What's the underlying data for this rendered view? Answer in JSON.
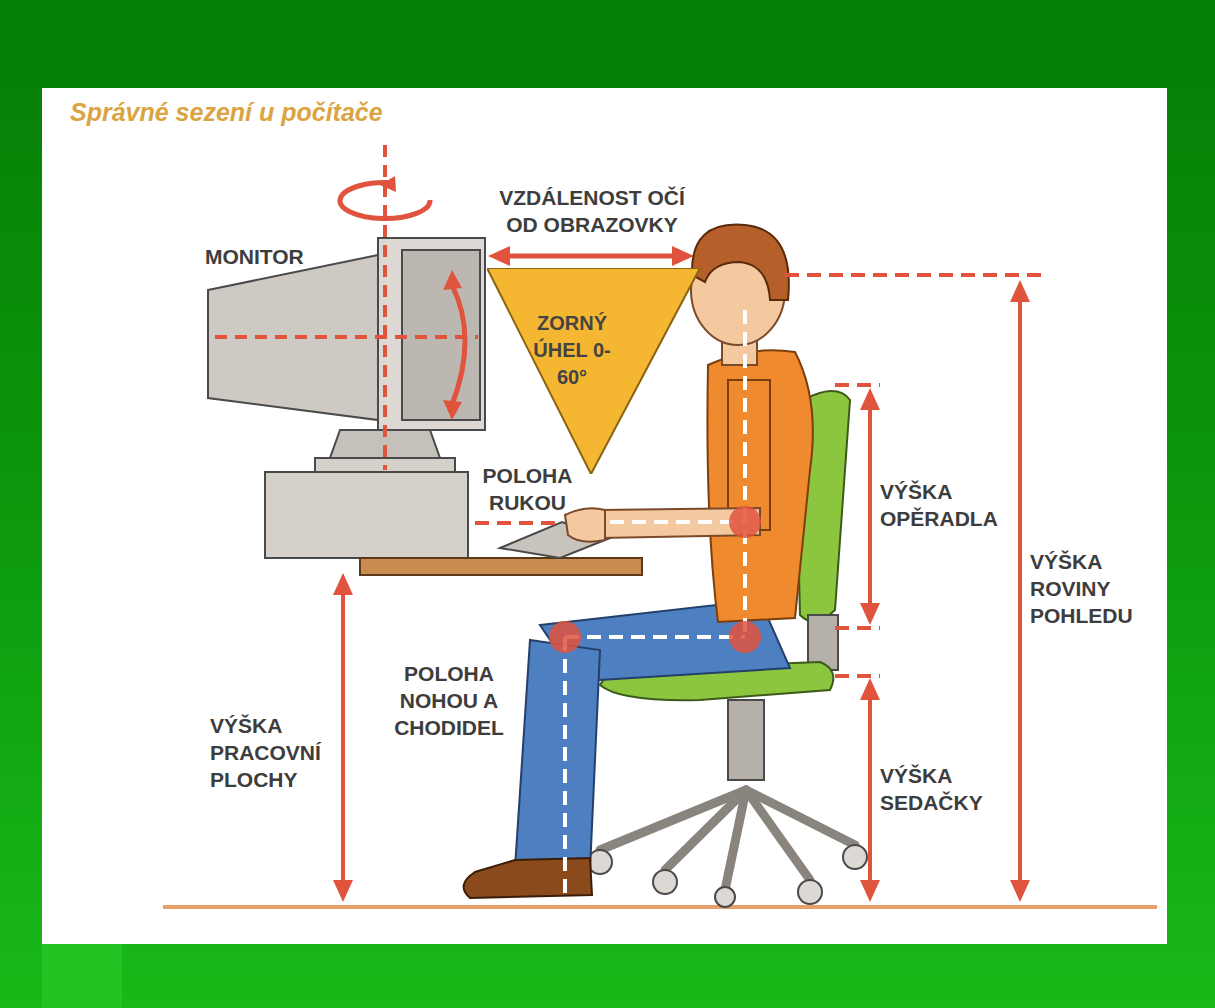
{
  "diagram": {
    "title": "Správné sezení u počítače",
    "nodes": [
      {
        "text": [
          "ZORNÝ ÚHEL 0-60°"
        ]
      }
    ],
    "labels": [
      "MONITOR",
      "VZDÁLENOST OČÍ OD OBRAZOVKY",
      "POLOHA RUKOU",
      "VÝŠKA OPĚRADLA",
      "VÝŠKA ROVINY POHLEDU",
      "POLOHA NOHOU A CHODIDEL",
      "VÝŠKA PRACOVNÍ PLOCHY",
      "VÝŠKA SEDAČKY"
    ]
  }
}
